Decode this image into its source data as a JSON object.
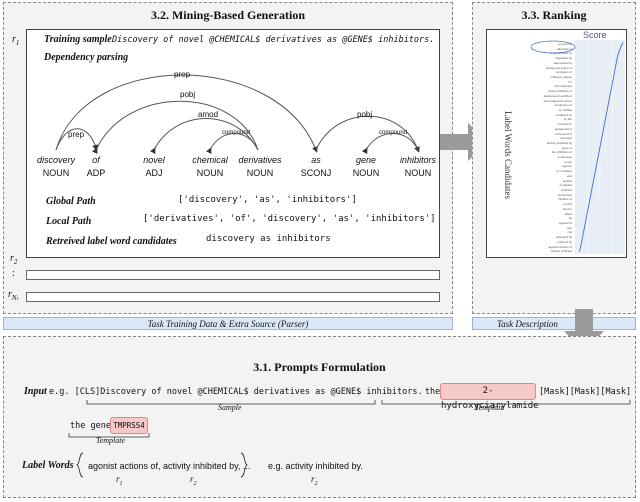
{
  "mining": {
    "title": "3.2. Mining-Based Generation",
    "r1": "r",
    "r1_sub": "1",
    "training_label": "Training sample",
    "training_text": "Discovery of novel @CHEMICAL$ derivatives as @GENE$ inhibitors.",
    "dep_label": "Dependency parsing",
    "words": [
      "discovery",
      "of",
      "novel",
      "chemical",
      "derivatives",
      "as",
      "gene",
      "inhibitors"
    ],
    "pos": [
      "NOUN",
      "ADP",
      "ADJ",
      "NOUN",
      "NOUN",
      "SCONJ",
      "NOUN",
      "NOUN"
    ],
    "arcs": [
      "prep",
      "pobj",
      "prep",
      "amod",
      "compound",
      "pobj",
      "compound"
    ],
    "global_label": "Global Path",
    "global_value": "['discovery', 'as', 'inhibitors']",
    "local_label": "Local Path",
    "local_value": "['derivatives', 'of', 'discovery', 'as', 'inhibitors']",
    "retrieved_label": "Retreived label word candidates",
    "retrieved_value": "discovery as inhibitors",
    "r2": "r",
    "r2_sub": "2",
    "dots": ":",
    "rn": "r",
    "rn_sub": "N",
    "rn_subsub": "r"
  },
  "ranking": {
    "title": "3.3. Ranking",
    "score_label": "Score",
    "axis_label": "Label Words Candidates",
    "candidates": [
      "a worst for",
      "substrate of",
      "is transported by",
      "degraded by",
      "was tested for",
      "antagonist action of",
      "ionization of",
      "inhibitory effects",
      "for",
      "the treatment",
      "mixed inhibitors of",
      "background workflow",
      "and antagonist action",
      "production of",
      "for sulfate",
      "mediated by",
      "by the",
      "increase in",
      "antagonist of",
      "compound of",
      "transport",
      "activity inhibited by",
      "gene of",
      "the inhibition of",
      "a selective",
      "tumor",
      "agonist",
      "by mutation",
      "and",
      "activity",
      "mediated",
      "inhibited",
      "production",
      "inhibitor of",
      "bound",
      "bind to",
      "effect",
      "as",
      "agonist of",
      "role",
      "cell",
      "activated by",
      "induced by",
      "agonist actions of",
      "activity inhibited"
    ],
    "score_curve": [
      0.05,
      0.08,
      0.1,
      0.12,
      0.14,
      0.16,
      0.18,
      0.2,
      0.22,
      0.24,
      0.26,
      0.28,
      0.3,
      0.32,
      0.34,
      0.36,
      0.38,
      0.4,
      0.42,
      0.44,
      0.46,
      0.48,
      0.5,
      0.52,
      0.54,
      0.56,
      0.58,
      0.6,
      0.62,
      0.64,
      0.66,
      0.68,
      0.7,
      0.72,
      0.74,
      0.76,
      0.78,
      0.8,
      0.82,
      0.84,
      0.86,
      0.88,
      0.91,
      0.95,
      1.0
    ]
  },
  "bars": {
    "left": "Task Training Data & Extra Source (Parser)",
    "right": "Task Description"
  },
  "prompts": {
    "title": "3.1. Prompts Formulation",
    "input_label": "Input",
    "input_prefix": "e.g. [CLS]",
    "input_text": "Discovery of novel @CHEMICAL$ derivatives as @GENE$ inhibitors.",
    "the_chemical": "the chemical",
    "chem_chip": "2-hydroxyciarylamide",
    "masks": "[Mask][Mask][Mask]",
    "sample_label": "Sample",
    "template_label": "Template",
    "the_gene": "the gene",
    "gene_chip": "TMPRSS4",
    "template2_label": "Template",
    "label_words_label": "Label Words",
    "label_words_value": "agonist actions of, activity inhibited by, ...",
    "eg_text": "e.g. activity inhibited by.",
    "r1": "r",
    "r1_sub": "1",
    "r2": "r",
    "r2_sub": "2",
    "r2b": "r",
    "r2b_sub": "2"
  }
}
